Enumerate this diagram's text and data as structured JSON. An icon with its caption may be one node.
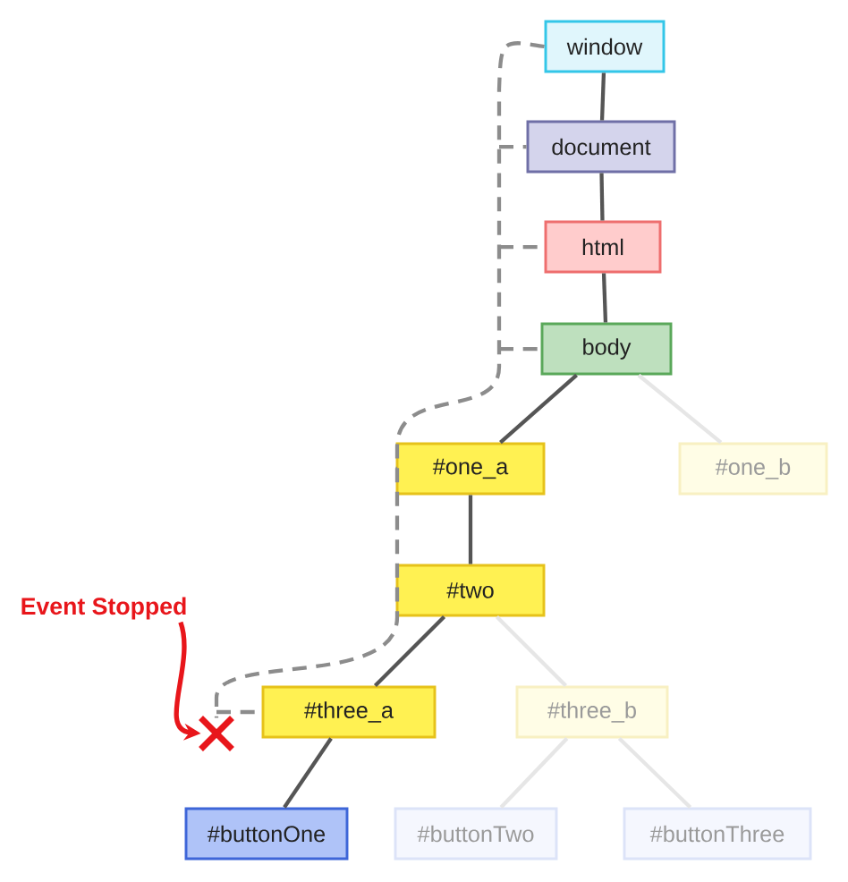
{
  "diagram": {
    "nodes": [
      {
        "text": [
          "window"
        ]
      },
      {
        "text": [
          "document"
        ]
      },
      {
        "text": [
          "html"
        ]
      },
      {
        "text": [
          "body"
        ]
      },
      {
        "text": [
          "#one_a"
        ]
      },
      {
        "text": [
          "#one_b"
        ]
      },
      {
        "text": [
          "#two"
        ]
      },
      {
        "text": [
          "#three_a"
        ]
      },
      {
        "text": [
          "#three_b"
        ]
      },
      {
        "text": [
          "#buttonOne"
        ]
      },
      {
        "text": [
          "#buttonTwo"
        ]
      },
      {
        "text": [
          "#buttonThree"
        ]
      },
      {
        "text": [
          "Event Stopped"
        ]
      },
      {
        "text": [],
        "shape": "cross"
      }
    ],
    "edges": [
      {
        "from": 0,
        "to": 1,
        "arrow": "none"
      },
      {
        "from": 1,
        "to": 2,
        "arrow": "none"
      },
      {
        "from": 2,
        "to": 3,
        "arrow": "none"
      },
      {
        "from": 3,
        "to": 4,
        "arrow": "none"
      },
      {
        "from": 3,
        "to": 5,
        "arrow": "none",
        "color": "#e6e6e6"
      },
      {
        "from": 4,
        "to": 6,
        "arrow": "none"
      },
      {
        "from": 6,
        "to": 7,
        "arrow": "none"
      },
      {
        "from": 6,
        "to": 8,
        "arrow": "none",
        "color": "#e6e6e6"
      },
      {
        "from": 7,
        "to": 9,
        "arrow": "none"
      },
      {
        "from": 8,
        "to": 10,
        "arrow": "none",
        "color": "#e6e6e6"
      },
      {
        "from": 8,
        "to": 11,
        "arrow": "none",
        "color": "#e6e6e6"
      },
      {
        "from": 0,
        "to": 13,
        "arrow": "none",
        "style": "dashed",
        "color": "#8c8c8c"
      },
      {
        "from": 0,
        "to": 1,
        "arrow": "none",
        "style": "dashed",
        "color": "#8c8c8c"
      },
      {
        "from": 0,
        "to": 2,
        "arrow": "none",
        "style": "dashed",
        "color": "#8c8c8c"
      },
      {
        "from": 0,
        "to": 3,
        "arrow": "none",
        "style": "dashed",
        "color": "#8c8c8c"
      },
      {
        "from": 0,
        "to": 4,
        "arrow": "none",
        "style": "dashed",
        "color": "#8c8c8c"
      },
      {
        "from": 0,
        "to": 6,
        "arrow": "none",
        "style": "dashed",
        "color": "#8c8c8c"
      },
      {
        "from": 0,
        "to": 7,
        "arrow": "none",
        "style": "dashed",
        "color": "#8c8c8c"
      },
      {
        "from": 12,
        "to": 13,
        "arrow": "to",
        "color": "#e8161b"
      }
    ]
  }
}
